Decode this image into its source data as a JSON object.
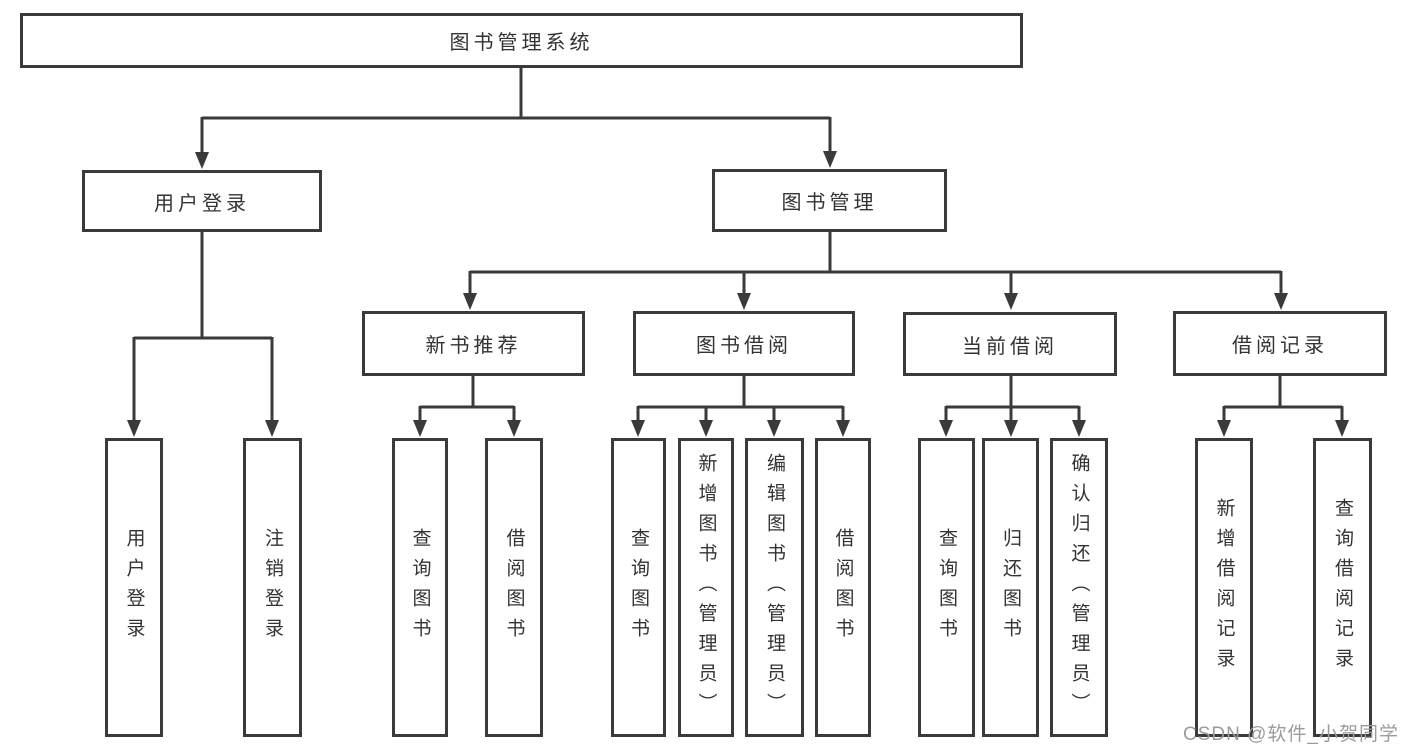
{
  "diagram": {
    "title": "图书管理系统",
    "tree": {
      "label": "图书管理系统",
      "children": [
        {
          "label": "用户登录",
          "children": [
            {
              "label": "用户登录"
            },
            {
              "label": "注销登录"
            }
          ]
        },
        {
          "label": "图书管理",
          "children": [
            {
              "label": "新书推荐",
              "children": [
                {
                  "label": "查询图书"
                },
                {
                  "label": "借阅图书"
                }
              ]
            },
            {
              "label": "图书借阅",
              "children": [
                {
                  "label": "查询图书"
                },
                {
                  "label": "新增图书（管理员）"
                },
                {
                  "label": "编辑图书（管理员）"
                },
                {
                  "label": "借阅图书"
                }
              ]
            },
            {
              "label": "当前借阅",
              "children": [
                {
                  "label": "查询图书"
                },
                {
                  "label": "归还图书"
                },
                {
                  "label": "确认归还（管理员）"
                }
              ]
            },
            {
              "label": "借阅记录",
              "children": [
                {
                  "label": "新增借阅记录"
                },
                {
                  "label": "查询借阅记录"
                }
              ]
            }
          ]
        }
      ]
    },
    "colors": {
      "line": "#3a3a3a",
      "box_fill": "#ffffff",
      "text": "#333333",
      "watermark": "#9c9c9c"
    }
  },
  "watermark": {
    "text": "CSDN @软件_小贺同学"
  }
}
